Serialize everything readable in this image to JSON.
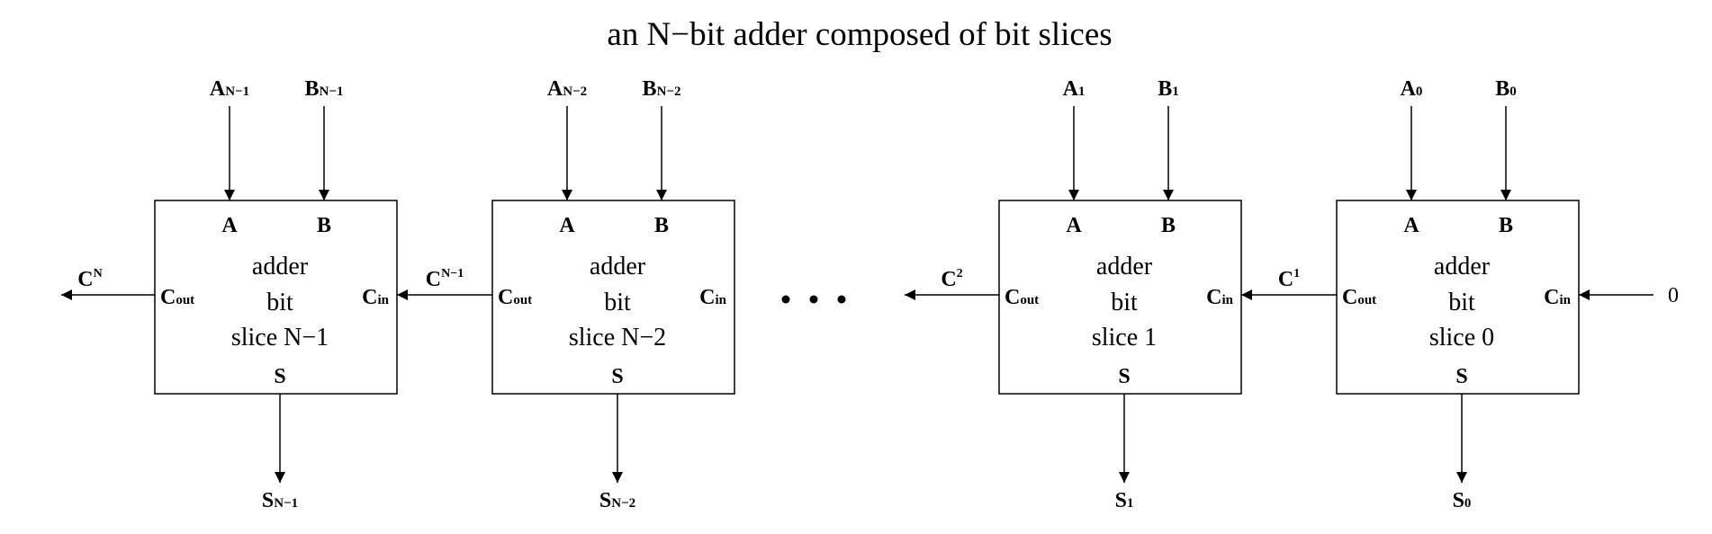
{
  "title": "an N−bit adder composed of bit slices",
  "port_labels": {
    "a": "A",
    "b": "B",
    "s": "S",
    "cout": "C",
    "cout_sub": "out",
    "cin": "C",
    "cin_sub": "in"
  },
  "body_lines": [
    "adder",
    "bit"
  ],
  "slices": [
    {
      "name": "slice N−1",
      "in_a": "A",
      "in_a_sub": "N−1",
      "in_b": "B",
      "in_b_sub": "N−1",
      "sum": "S",
      "sum_sub": "N−1",
      "carry_out": "C",
      "carry_out_sup": "N"
    },
    {
      "name": "slice N−2",
      "in_a": "A",
      "in_a_sub": "N−2",
      "in_b": "B",
      "in_b_sub": "N−2",
      "sum": "S",
      "sum_sub": "N−2",
      "carry_out": "C",
      "carry_out_sup": "N−1"
    },
    {
      "name": "slice 1",
      "in_a": "A",
      "in_a_sub": "1",
      "in_b": "B",
      "in_b_sub": "1",
      "sum": "S",
      "sum_sub": "1",
      "carry_out": "C",
      "carry_out_sup": "2"
    },
    {
      "name": "slice 0",
      "in_a": "A",
      "in_a_sub": "0",
      "in_b": "B",
      "in_b_sub": "0",
      "sum": "S",
      "sum_sub": "0",
      "carry_out": "C",
      "carry_out_sup": "1"
    }
  ],
  "carry_in_value": "0"
}
